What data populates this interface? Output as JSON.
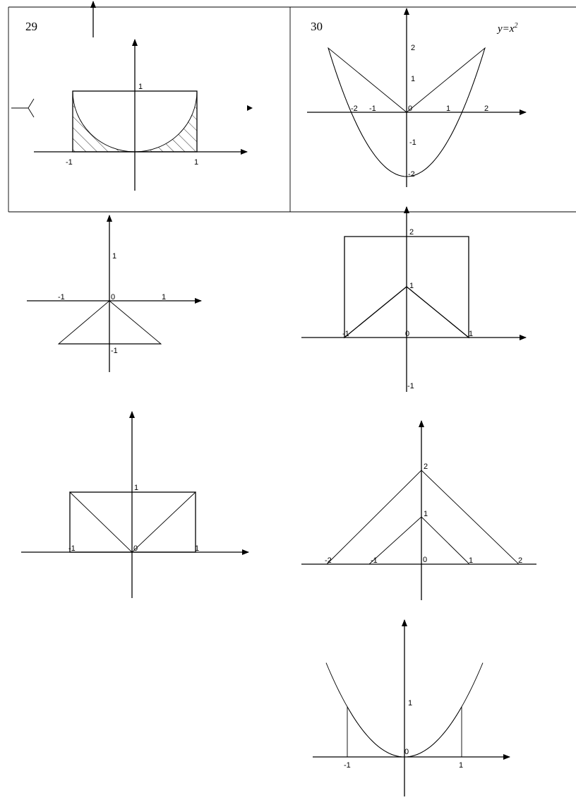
{
  "problems": [
    {
      "number": "29",
      "labels": {
        "y1": "1",
        "xm1": "-1",
        "x1": "1"
      }
    },
    {
      "number": "30",
      "equation": "y=x",
      "equation_exp": "2",
      "labels": {
        "y2": "2",
        "y1": "1",
        "ym1": "-1",
        "ym2": "-2",
        "xm2": "-2",
        "xm1": "-1",
        "x0": "0",
        "x1": "1",
        "x2": "2"
      }
    }
  ],
  "figures": [
    {
      "labels": {
        "y1": "1",
        "xm1": "-1",
        "x0": "0",
        "x1": "1",
        "ym1": "-1"
      }
    },
    {
      "labels": {
        "y2": "2",
        "y1": "1",
        "xm1": "-1",
        "x0": "0",
        "x1": "1",
        "ym1": "-1"
      }
    },
    {
      "labels": {
        "y1": "1",
        "xm1": "-1",
        "x0": "0",
        "x1": "1"
      }
    },
    {
      "labels": {
        "y2": "2",
        "y1": "1",
        "xm2": "-2",
        "xm1": "-1",
        "x0": "0",
        "x1": "1",
        "x2": "2"
      }
    },
    {
      "labels": {
        "y1": "1",
        "x0": "0",
        "xm1": "-1",
        "x1": "1"
      }
    }
  ]
}
